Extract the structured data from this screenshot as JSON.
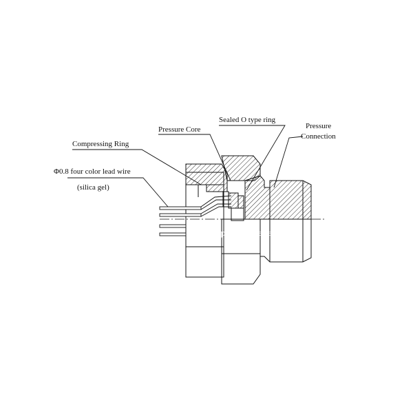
{
  "diagram": {
    "labels": {
      "pressure_connection_line1": "Pressure",
      "pressure_connection_line2": "Connection",
      "sealed_o_ring": "Sealed O type ring",
      "pressure_core": "Pressure Core",
      "compressing_ring": "Compressing Ring",
      "lead_wire": "Φ0.8 four color lead wire",
      "silica_gel": "(silica gel)"
    },
    "watermark": "betterpurchasebetterlife"
  }
}
